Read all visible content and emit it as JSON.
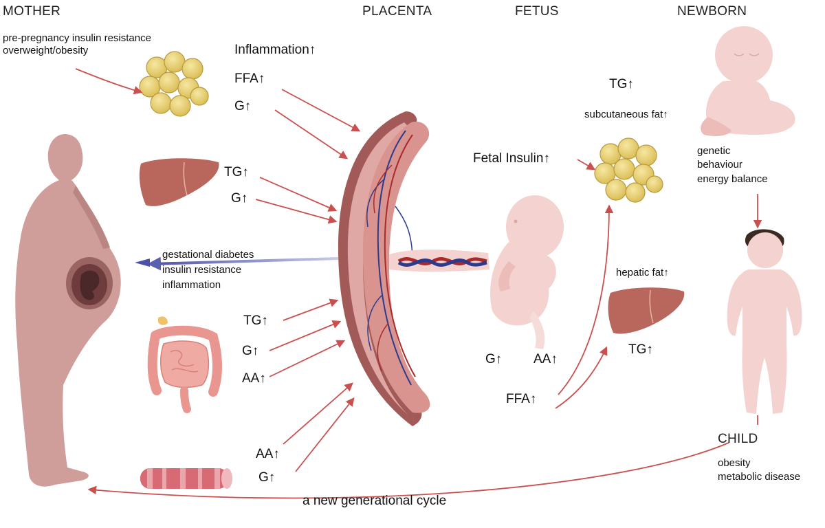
{
  "headers": {
    "mother": "MOTHER",
    "placenta": "PLACENTA",
    "fetus": "FETUS",
    "newborn": "NEWBORN",
    "child": "CHILD"
  },
  "mother": {
    "risk_factors": "pre-pregnancy insulin resistance\noverweight/obesity",
    "adipose_outputs": [
      "Inflammation↑",
      "FFA↑",
      "G↑"
    ],
    "liver_outputs": [
      "TG↑",
      "G↑"
    ],
    "gut_outputs": [
      "TG↑",
      "G↑",
      "AA↑"
    ],
    "muscle_outputs": [
      "AA↑",
      "G↑"
    ],
    "placenta_feedback": "gestational diabetes\ninsulin resistance\ninflammation"
  },
  "fetus": {
    "fetal_insulin": "Fetal Insulin↑",
    "nutrients_left": "G↑",
    "nutrients_right": "AA↑",
    "ffa": "FFA↑",
    "hepatic_fat": "hepatic fat↑",
    "liver_tg": "TG↑"
  },
  "newborn": {
    "tg": "TG↑",
    "subcutaneous_fat": "subcutaneous fat↑",
    "factors": "genetic\nbehaviour\nenergy balance"
  },
  "child": {
    "outcomes": "obesity\nmetabolic disease"
  },
  "cycle_label": "a new generational cycle",
  "colors": {
    "arrow": "#c9504f",
    "feedback_arrow": "#5a5fb0",
    "body": "#cf9e9b",
    "fat": "#e8d06e",
    "liver": "#b9675c",
    "placenta": "#a25a58",
    "placenta_inner": "#e0a8a4",
    "vessel_blue": "#2c3a8c",
    "vessel_red": "#a82a2a",
    "fetus_skin": "#f3d2cf",
    "muscle": "#d86a75"
  }
}
